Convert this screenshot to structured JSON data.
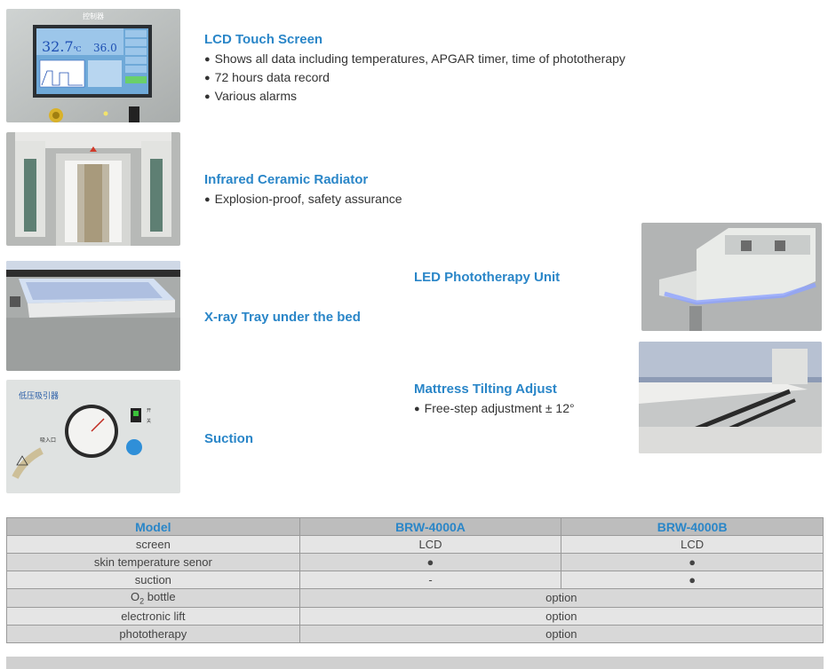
{
  "features": [
    {
      "title": "LCD Touch Screen",
      "bullets": [
        "Shows all data including temperatures, APGAR timer, time of phototherapy",
        "72 hours data record",
        "Various alarms"
      ]
    },
    {
      "title": "Infrared Ceramic Radiator",
      "bullets": [
        "Explosion-proof,  safety assurance"
      ]
    },
    {
      "title": "X-ray Tray under the bed",
      "bullets": []
    },
    {
      "title": "Suction",
      "bullets": []
    },
    {
      "title": "LED Phototherapy Unit",
      "bullets": []
    },
    {
      "title": "Mattress Tilting Adjust",
      "bullets": [
        "Free-step adjustment ± 12°"
      ]
    }
  ],
  "lcd_photo": {
    "header": "控制器",
    "temp1": "32.7",
    "unit1": "℃",
    "temp2": "36.0"
  },
  "suction_photo": {
    "label": "低压吸引器",
    "inlet": "吸入口",
    "on": "开",
    "off": "关"
  },
  "table": {
    "headers": [
      "Model",
      "BRW-4000A",
      "BRW-4000B"
    ],
    "rows": [
      {
        "label": "screen",
        "a": "LCD",
        "b": "LCD"
      },
      {
        "label": "skin temperature senor",
        "a": "●",
        "b": "●"
      },
      {
        "label": "suction",
        "a": "-",
        "b": "●"
      },
      {
        "label_prefix": "O",
        "label_sub": "2",
        "label_suffix": " bottle",
        "merged": "option"
      },
      {
        "label": "electronic lift",
        "merged": "option"
      },
      {
        "label": "phototherapy",
        "merged": "option"
      }
    ]
  }
}
